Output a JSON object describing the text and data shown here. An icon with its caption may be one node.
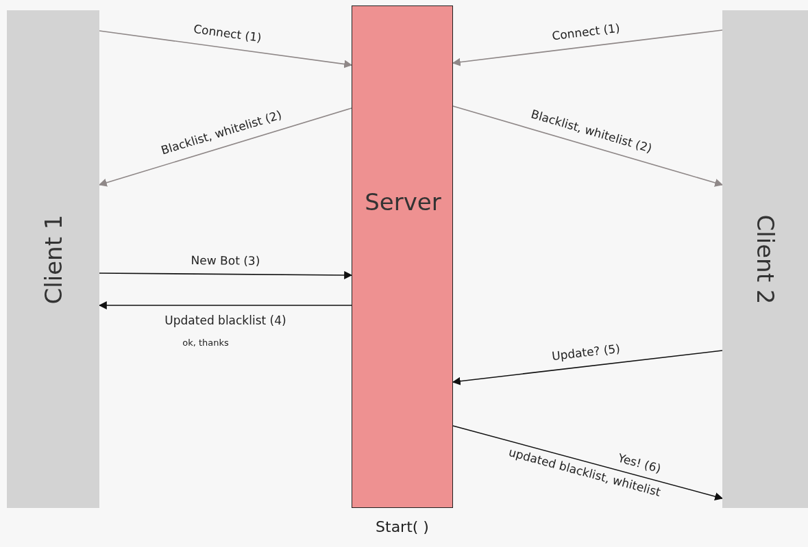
{
  "diagram": {
    "nodes": [
      {
        "text": [
          "Client 1"
        ]
      },
      {
        "text": [
          "Server"
        ],
        "beside": [
          "Start( )"
        ]
      },
      {
        "text": [
          "Client 2"
        ]
      }
    ],
    "edges": [
      {
        "from": 0,
        "to": 1,
        "arrow": "to",
        "label": "Connect  (1)",
        "color": "#8f8888"
      },
      {
        "from": 2,
        "to": 1,
        "arrow": "to",
        "label": "Connect  (1)",
        "color": "#8f8888"
      },
      {
        "from": 1,
        "to": 0,
        "arrow": "to",
        "label": "Blacklist, whitelist (2)",
        "color": "#8f8888"
      },
      {
        "from": 1,
        "to": 2,
        "arrow": "to",
        "label": "Blacklist, whitelist (2)",
        "color": "#8f8888"
      },
      {
        "from": 0,
        "to": 1,
        "arrow": "to",
        "label": "New Bot (3)",
        "color": "#111111"
      },
      {
        "from": 1,
        "to": 0,
        "arrow": "to",
        "label": "Updated blacklist (4)",
        "color": "#111111"
      },
      {
        "from": 2,
        "to": 1,
        "arrow": "to",
        "label": "Update? (5)",
        "color": "#111111"
      },
      {
        "from": 1,
        "to": 2,
        "arrow": "to",
        "label": "Yes! (6)",
        "color": "#111111"
      }
    ],
    "labels": [
      "ok, thanks",
      "updated blacklist, whitelist"
    ]
  }
}
